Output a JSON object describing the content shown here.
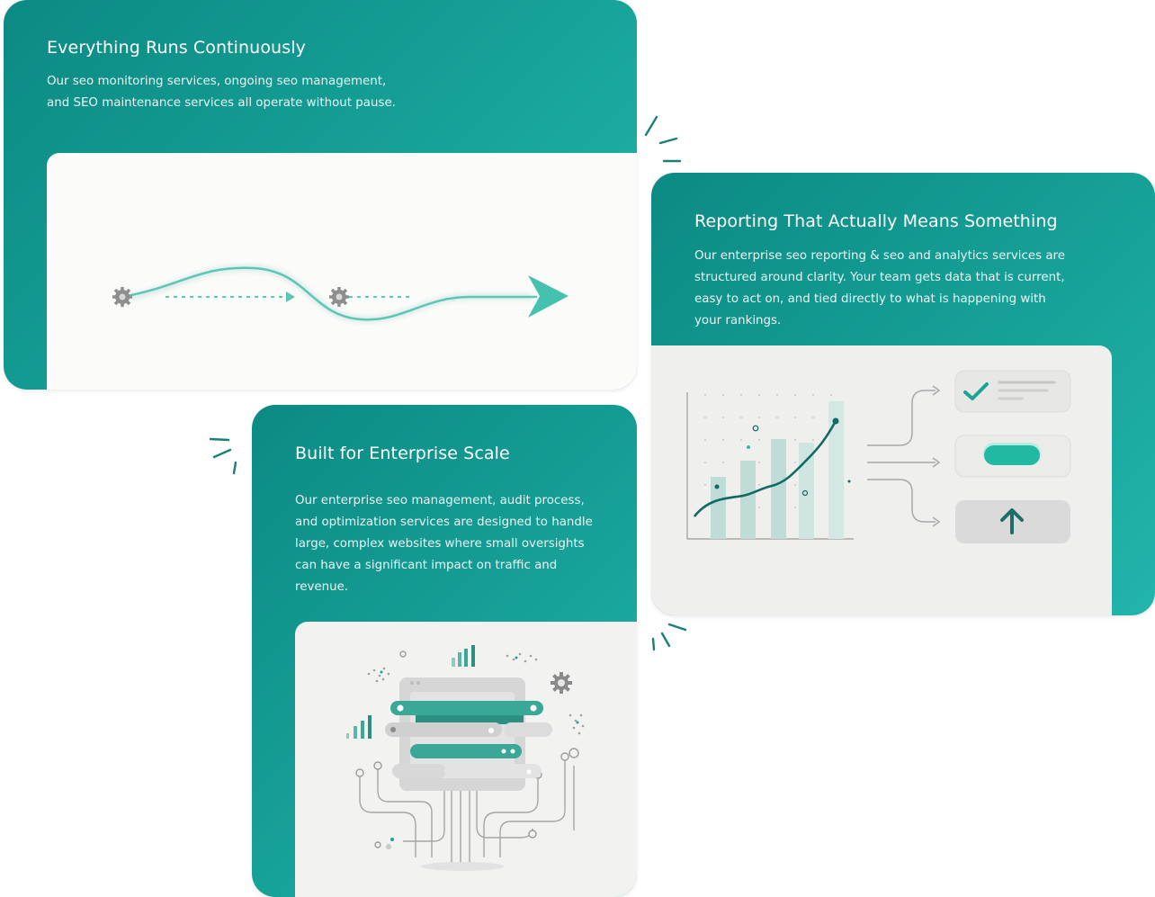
{
  "cards": {
    "continuous": {
      "title": "Everything Runs Continuously",
      "body": "Our seo monitoring services, ongoing seo management, and SEO maintenance services all operate without pause.",
      "illustration_icon": "workflow-arrow-icon"
    },
    "reporting": {
      "title": "Reporting That Actually Means Something",
      "body": "Our enterprise seo reporting & seo and analytics services are structured around clarity. Your team gets data that is current, easy to act on, and tied directly to what is happening with your rankings.",
      "illustration_icon": "analytics-chart-icon"
    },
    "enterprise": {
      "title": "Built for Enterprise Scale",
      "body": "Our enterprise seo management, audit process, and optimization services are designed to handle large, complex websites where small oversights can have a significant impact on traffic and revenue.",
      "illustration_icon": "server-network-icon"
    }
  },
  "colors": {
    "brand_dark": "#0c8a84",
    "brand_light": "#22b5ab",
    "accent": "#1fbfa5",
    "panel": "#f3f3f2"
  }
}
